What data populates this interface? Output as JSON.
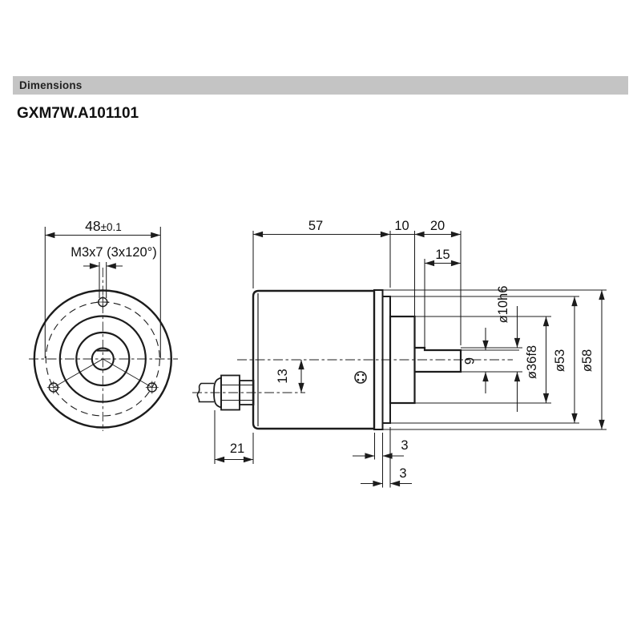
{
  "header": {
    "label": "Dimensions",
    "bg_color": "#c4c4c4",
    "text_color": "#222222"
  },
  "title": {
    "model": "GXM7W.A101101"
  },
  "drawing": {
    "line_color": "#1c1c1c",
    "front_view": {
      "bolt_circle_value": "48",
      "bolt_circle_tolerance": "±0.1",
      "mounting_screws": "M3x7 (3x120°)"
    },
    "side_view": {
      "housing_length": "57",
      "spigot_length": "10",
      "shaft_length": "20",
      "shaft_flat_length": "15",
      "shaft_diameter": "ø10h6",
      "shaft_flat_height": "9",
      "spigot_diameter": "ø36f8",
      "flange_diameter": "ø53",
      "housing_diameter": "ø58",
      "connector_axis_offset": "13",
      "connector_length": "21",
      "flange_plate1_thickness": "3",
      "flange_plate2_thickness": "3"
    }
  }
}
